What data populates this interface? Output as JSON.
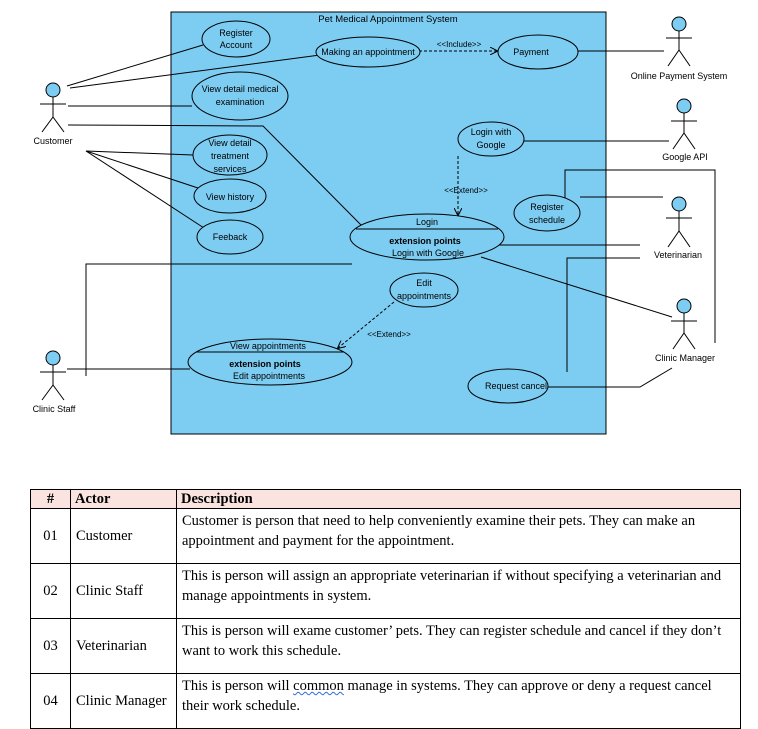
{
  "diagram": {
    "system_title": "Pet Medical Appointment System",
    "actors": {
      "customer": "Customer",
      "online_payment": "Online Payment System",
      "google_api": "Google API",
      "veterinarian": "Veterinarian",
      "clinic_manager": "Clinic Manager",
      "clinic_staff": "Clinic Staff"
    },
    "use_cases": {
      "register_account": [
        "Register",
        "Account"
      ],
      "making_appointment": "Making an appointment",
      "payment": "Payment",
      "view_medical": [
        "View detail medical",
        "examination"
      ],
      "login_google": [
        "Login with",
        "Google"
      ],
      "view_treatment": [
        "View detail",
        "treatment",
        "services"
      ],
      "view_history": "View history",
      "feeback": "Feeback",
      "register_schedule": [
        "Register",
        "schedule"
      ],
      "login": {
        "title": "Login",
        "ext_header": "extension points",
        "ext_point": "Login with Google"
      },
      "edit_appointments": [
        "Edit",
        "appointments"
      ],
      "view_appointments": {
        "title": "View appointments",
        "ext_header": "extension points",
        "ext_point": "Edit appointments"
      },
      "request_cancel": "Request cancel"
    },
    "relations": {
      "include": "<<Include>>",
      "extend_upper": "<<Extend>>",
      "extend_lower": "<<Extend>>"
    }
  },
  "table": {
    "headers": [
      "#",
      "Actor",
      "Description"
    ],
    "rows": [
      {
        "num": "01",
        "actor": "Customer",
        "description": "Customer is person that need to help conveniently examine their pets. They can make an appointment and payment for the appointment."
      },
      {
        "num": "02",
        "actor": "Clinic Staff",
        "description": "This is person will assign an appropriate veterinarian if without specifying a veterinarian and manage appointments in system."
      },
      {
        "num": "03",
        "actor": "Veterinarian",
        "description": "This is person will exame customer’ pets. They can register schedule and cancel if they don’t want to work this schedule."
      },
      {
        "num": "04",
        "actor": "Clinic Manager",
        "description_before": "This is person will ",
        "description_marked": "common",
        "description_after": " manage in systems. They can approve or deny a request cancel their work schedule."
      }
    ]
  }
}
